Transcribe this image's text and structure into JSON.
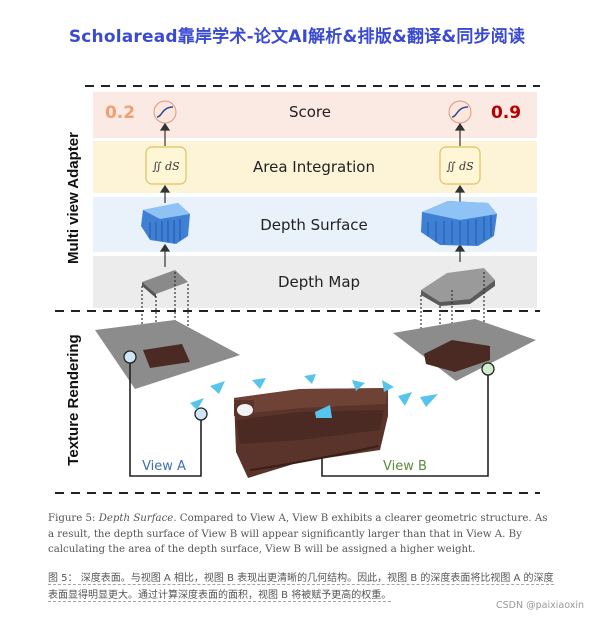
{
  "banner": "Scholaread靠岸学术-论文AI解析&排版&翻译&同步阅读",
  "figure": {
    "adapter_label": "Multi view Adapter",
    "texture_label": "Texture Rendering",
    "rows": {
      "score": "Score",
      "area": "Area Integration",
      "surface": "Depth Surface",
      "map": "Depth Map"
    },
    "score_left": "0.2",
    "score_right": "0.9",
    "integral_symbol": "∬ dS",
    "view_a": "View A",
    "view_b": "View B",
    "colors": {
      "score_band": "#fbe9e3",
      "area_band": "#fdf4d8",
      "surface_band": "#e9f1fb",
      "map_band": "#ececec",
      "view_a": "#3d6fb0",
      "view_b": "#5b8a3a",
      "score_low": "#f0a070",
      "score_high": "#b80000"
    }
  },
  "caption": {
    "prefix": "Figure 5: ",
    "title": "Depth Surface",
    "body": ". Compared to View A, View B exhibits a clearer geometric structure. As a result, the depth surface of View B will appear significantly larger than that in View A. By calculating the area of the depth surface, View B will be assigned a higher weight."
  },
  "translation": "图 5： 深度表面。与视图 A 相比，视图 B 表现出更清晰的几何结构。因此，视图 B 的深度表面将比视图 A 的深度表面显得明显更大。通过计算深度表面的面积，视图 B 将被赋予更高的权重。",
  "credit": "CSDN @paixiaoxin"
}
